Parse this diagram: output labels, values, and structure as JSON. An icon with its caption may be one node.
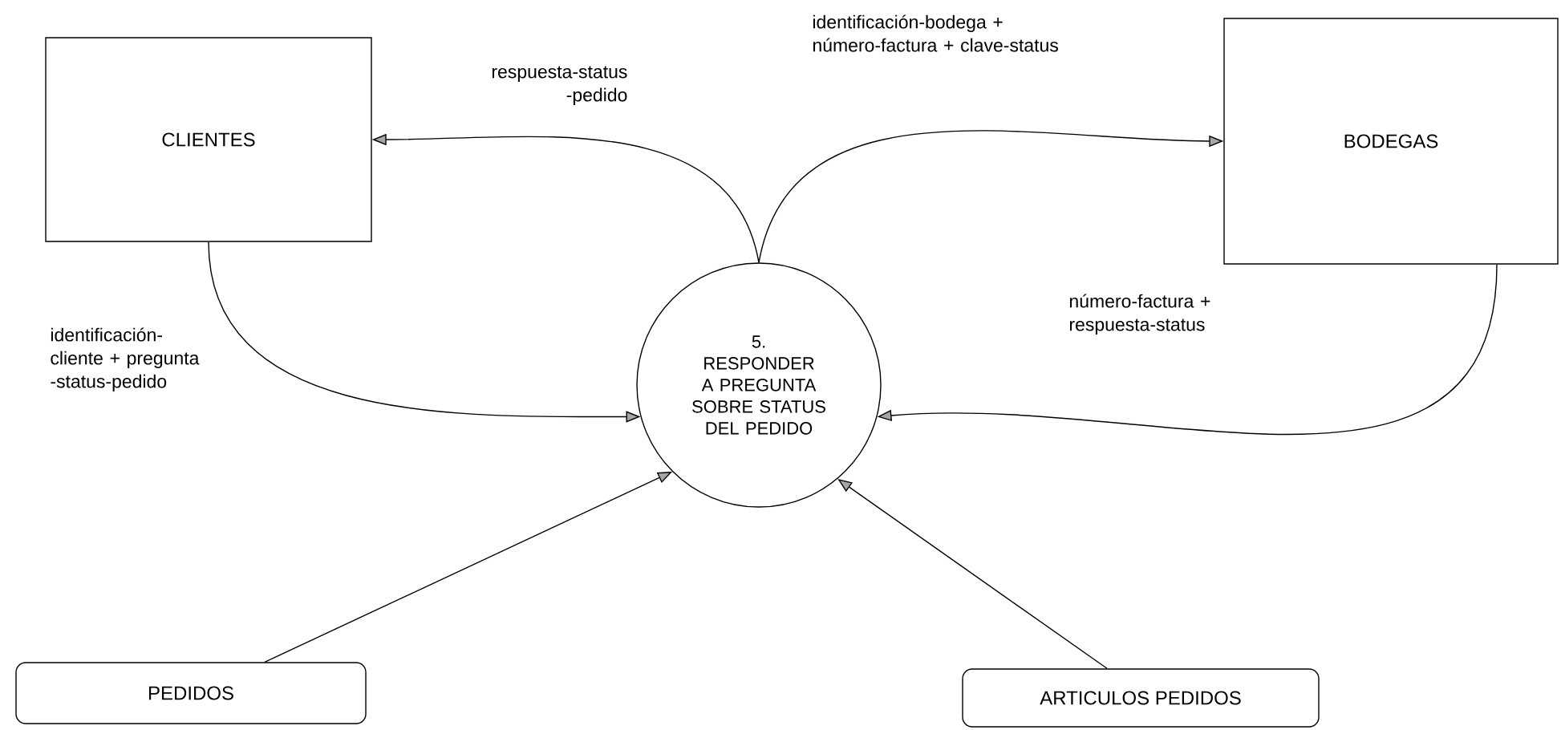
{
  "diagram": {
    "nodes": [
      {
        "text": [
          "CLIENTES"
        ]
      },
      {
        "text": [
          "BODEGAS"
        ]
      },
      {
        "text": [
          "5.",
          "RESPONDER A PREGUNTA SOBRE STATUS DEL PEDIDO"
        ]
      },
      {
        "text": [
          "PEDIDOS"
        ]
      },
      {
        "text": [
          "ARTICULOS PEDIDOS"
        ]
      }
    ],
    "edges": [
      {
        "from": 2,
        "to": 0,
        "arrow": "to",
        "label": "respuesta-status -pedido"
      },
      {
        "from": 2,
        "to": 1,
        "arrow": "to",
        "label": "identificación-bodega + número-factura + clave-status"
      },
      {
        "from": 0,
        "to": 2,
        "arrow": "to",
        "label": "identificación- cliente + pregunta -status-pedido"
      },
      {
        "from": 1,
        "to": 2,
        "arrow": "to",
        "label": "número-factura + respuesta-status"
      },
      {
        "from": 3,
        "to": 2,
        "arrow": "to"
      },
      {
        "from": 4,
        "to": 2,
        "arrow": "to"
      }
    ]
  }
}
